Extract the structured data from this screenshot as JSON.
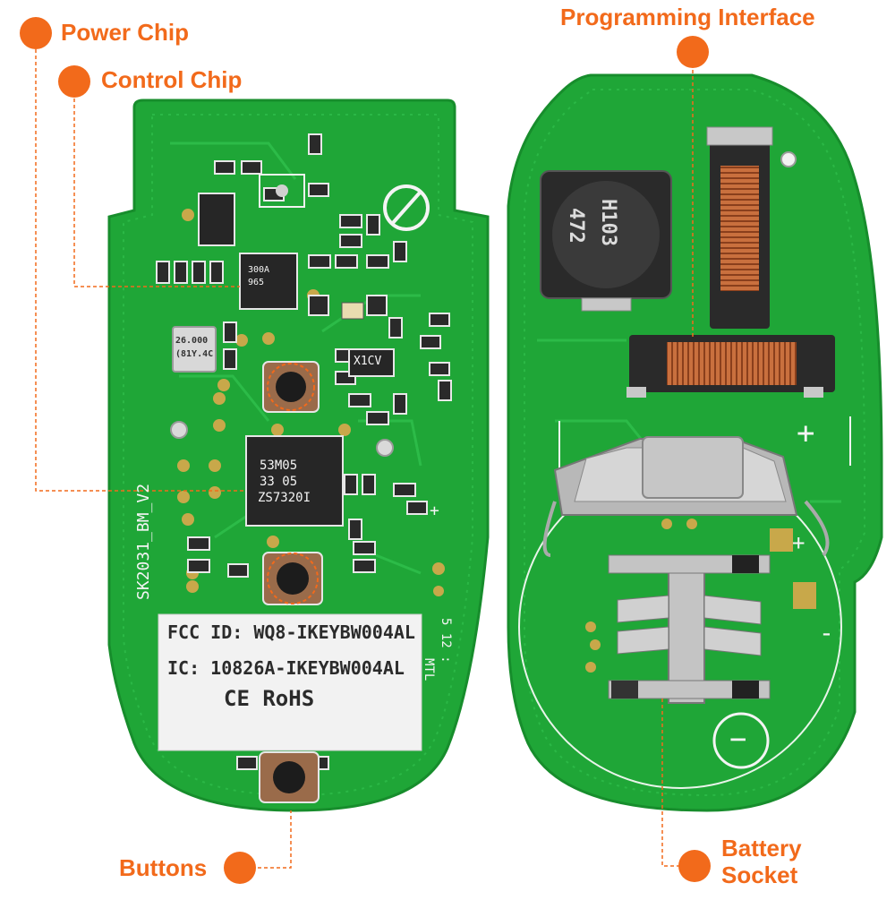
{
  "colors": {
    "accent": "#f26a1b",
    "pcb": "#1fa637",
    "pcb_dark": "#17922d",
    "silk": "#f4f4f4"
  },
  "callouts": {
    "power_chip": "Power Chip",
    "control_chip": "Control Chip",
    "programming_interface": "Programming Interface",
    "buttons": "Buttons",
    "battery_socket_line1": "Battery",
    "battery_socket_line2": "Socket"
  },
  "label_sticker": {
    "fcc": "FCC ID:  WQ8-IKEYBW004AL",
    "ic": "IC:   10826A-IKEYBW004AL",
    "marks": "CE  RoHS"
  },
  "silkscreen": {
    "board_name": "SK2031_BM_V2",
    "mtl": "MTL",
    "date": "5 12 :",
    "plus_left": "+",
    "plus_right_top": "+",
    "plus_right_mid": "+",
    "minus_right": "-",
    "minus_circle": "−"
  },
  "chips": {
    "control_chip_l1": "53M05",
    "control_chip_l2": "33 05",
    "control_chip_l3": "ZS7320I",
    "power_chip_l1": "300A",
    "power_chip_l2": "965",
    "crystal_l1": "26.000",
    "crystal_l2": "(81Y.4C",
    "transistor": "X1CV",
    "inductor_l1": "472",
    "inductor_l2": "H103"
  }
}
